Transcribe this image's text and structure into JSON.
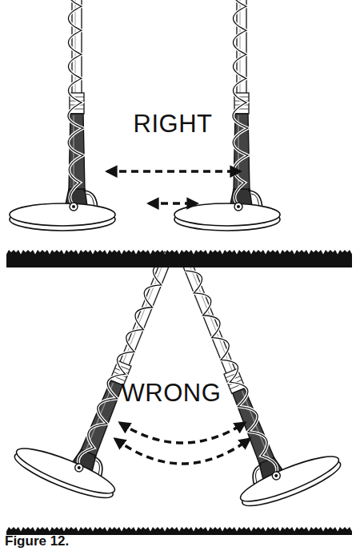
{
  "diagram": {
    "caption": "Figure 12.",
    "labels": [
      "RIGHT",
      "WRONG"
    ]
  }
}
